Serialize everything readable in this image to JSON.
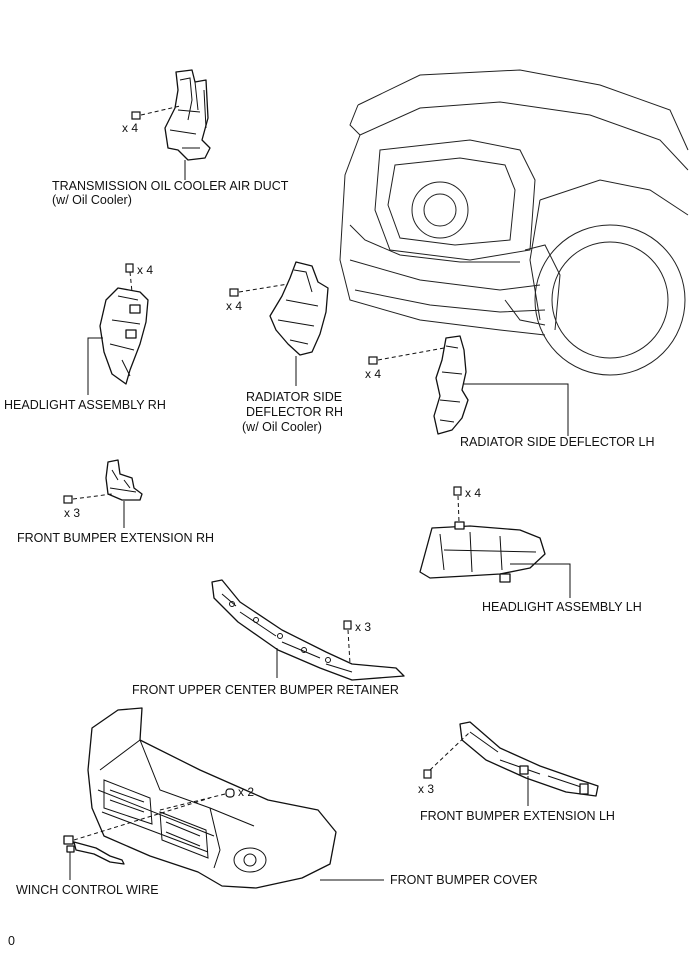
{
  "labels": {
    "transmission_duct": "TRANSMISSION OIL COOLER AIR DUCT",
    "transmission_duct_note": "(w/ Oil Cooler)",
    "headlight_rh": "HEADLIGHT ASSEMBLY RH",
    "radiator_deflector_rh_1": "RADIATOR SIDE",
    "radiator_deflector_rh_2": "DEFLECTOR RH",
    "radiator_deflector_rh_note": "(w/ Oil Cooler)",
    "radiator_deflector_lh": "RADIATOR SIDE DEFLECTOR LH",
    "bumper_extension_rh": "FRONT BUMPER EXTENSION RH",
    "headlight_lh": "HEADLIGHT ASSEMBLY LH",
    "upper_center_retainer": "FRONT UPPER CENTER BUMPER RETAINER",
    "bumper_extension_lh": "FRONT BUMPER EXTENSION LH",
    "winch_control_wire": "WINCH CONTROL WIRE",
    "front_bumper_cover": "FRONT BUMPER COVER"
  },
  "quantities": {
    "transmission_duct_bolts": "x 4",
    "headlight_rh_bolts": "x 4",
    "radiator_deflector_rh_bolts": "x 4",
    "radiator_deflector_lh_bolts": "x 4",
    "bumper_extension_rh_bolts": "x 3",
    "headlight_lh_bolts": "x 4",
    "upper_center_retainer_bolts": "x 3",
    "bumper_extension_lh_bolts": "x 3",
    "bumper_cover_clips": "x 2"
  },
  "footer_code": "0"
}
